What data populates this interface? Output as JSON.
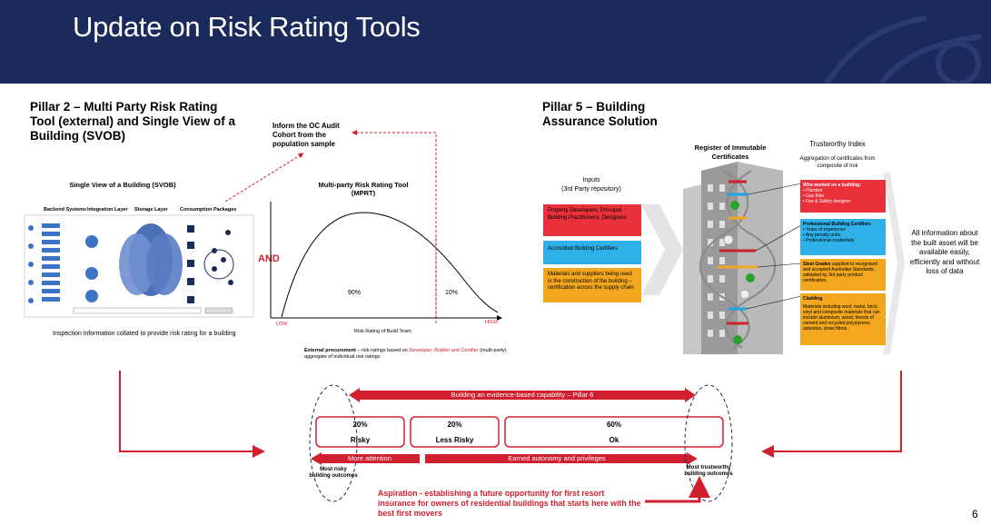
{
  "header": {
    "title": "Update on Risk Rating Tools"
  },
  "pillar2": {
    "title": "Pillar 2 – Multi Party Risk Rating Tool (external) and Single View of a Building (SVOB)",
    "svob_title": "Single View of a Building (SVOB)",
    "svob_caption": "Inspection information collated to provide risk rating for a building",
    "svob_columns": [
      "Backend Systems",
      "Integration Layer",
      "Storage Layer",
      "Consumption Packages"
    ],
    "audit_note": "Inform the OC Audit Cohort from the population sample",
    "and_label": "AND",
    "mprt_title": "Multi-party Risk Rating Tool (MPRT)",
    "mprt_left_pct": "90%",
    "mprt_right_pct": "10%",
    "mprt_low": "LOW",
    "mprt_high": "HIGH",
    "mprt_xlabel": "Risk Rating of Build Team",
    "procurement_bold": "External procurement",
    "procurement_text1": " – risk ratings based on ",
    "procurement_red": "Developer, Builder and Certifier",
    "procurement_text2": " (multi-party) aggregate of individual risk ratings"
  },
  "pillar5": {
    "title": "Pillar 5 – Building Assurance Solution",
    "inputs_label": "Inputs",
    "inputs_sub": "(3rd Party repository)",
    "inputs": [
      {
        "text": "Property Developers, Principal Building Practitioners, Designers",
        "color": "#e8313b"
      },
      {
        "text": "Accredited Building Certifiers",
        "color": "#1fa3e0"
      },
      {
        "text": "Materials and suppliers being used in the construction of the building – certification across the supply chain",
        "color": "#f2a71e"
      }
    ],
    "register_title": "Register of Immutable Certificates",
    "trust_title": "Trustworthy Index",
    "trust_sub": "Aggregation of certificates from composite of risk",
    "index": [
      {
        "title": "Who worked on a building:",
        "items": [
          "Plumber",
          "Gas fitter",
          "Fire & Safety designer"
        ],
        "color": "#e8313b",
        "fg": "#ffffff"
      },
      {
        "title": "Professional Building Certifiers",
        "items": [
          "Years of experience",
          "Any penalty units",
          "Professional credentials"
        ],
        "color": "#1fa3e0",
        "fg": "#000000"
      },
      {
        "title": "Steel Grades",
        "text": " supplied to recognised and accepted Australian Standards, validated by 3rd party product certification.",
        "color": "#f2a71e",
        "fg": "#000000"
      },
      {
        "title": "Cladding",
        "text": "Materials including wool, metal, brick, vinyl and composite materials that can include aluminium, wood, blends of cement and recycled polystyrene, asbestos, straw fibres.",
        "color": "#f2a71e",
        "fg": "#000000"
      }
    ],
    "outcome": "All information about the built asset will be available easily, efficiently and without loss of data"
  },
  "bottom": {
    "capability": "Building an evidence-based capability – Pillar 6",
    "segments": [
      {
        "pct": "20%",
        "label": "Risky"
      },
      {
        "pct": "20%",
        "label": "Less Risky"
      },
      {
        "pct": "60%",
        "label": "Ok"
      }
    ],
    "more_attention": "More attention",
    "earned_autonomy": "Earned autonomy and privileges",
    "most_risky": "Most risky building outcomes",
    "most_trustworthy": "Most trustworthy building outcomes",
    "aspiration": "Aspiration - establishing a future opportunity for first resort insurance for owners of residential buildings that starts here with the best first movers"
  },
  "page_number": "6",
  "colors": {
    "navy": "#1b2a5c",
    "red": "#d0202f",
    "blue": "#1fa3e0",
    "orange": "#f2a71e"
  }
}
